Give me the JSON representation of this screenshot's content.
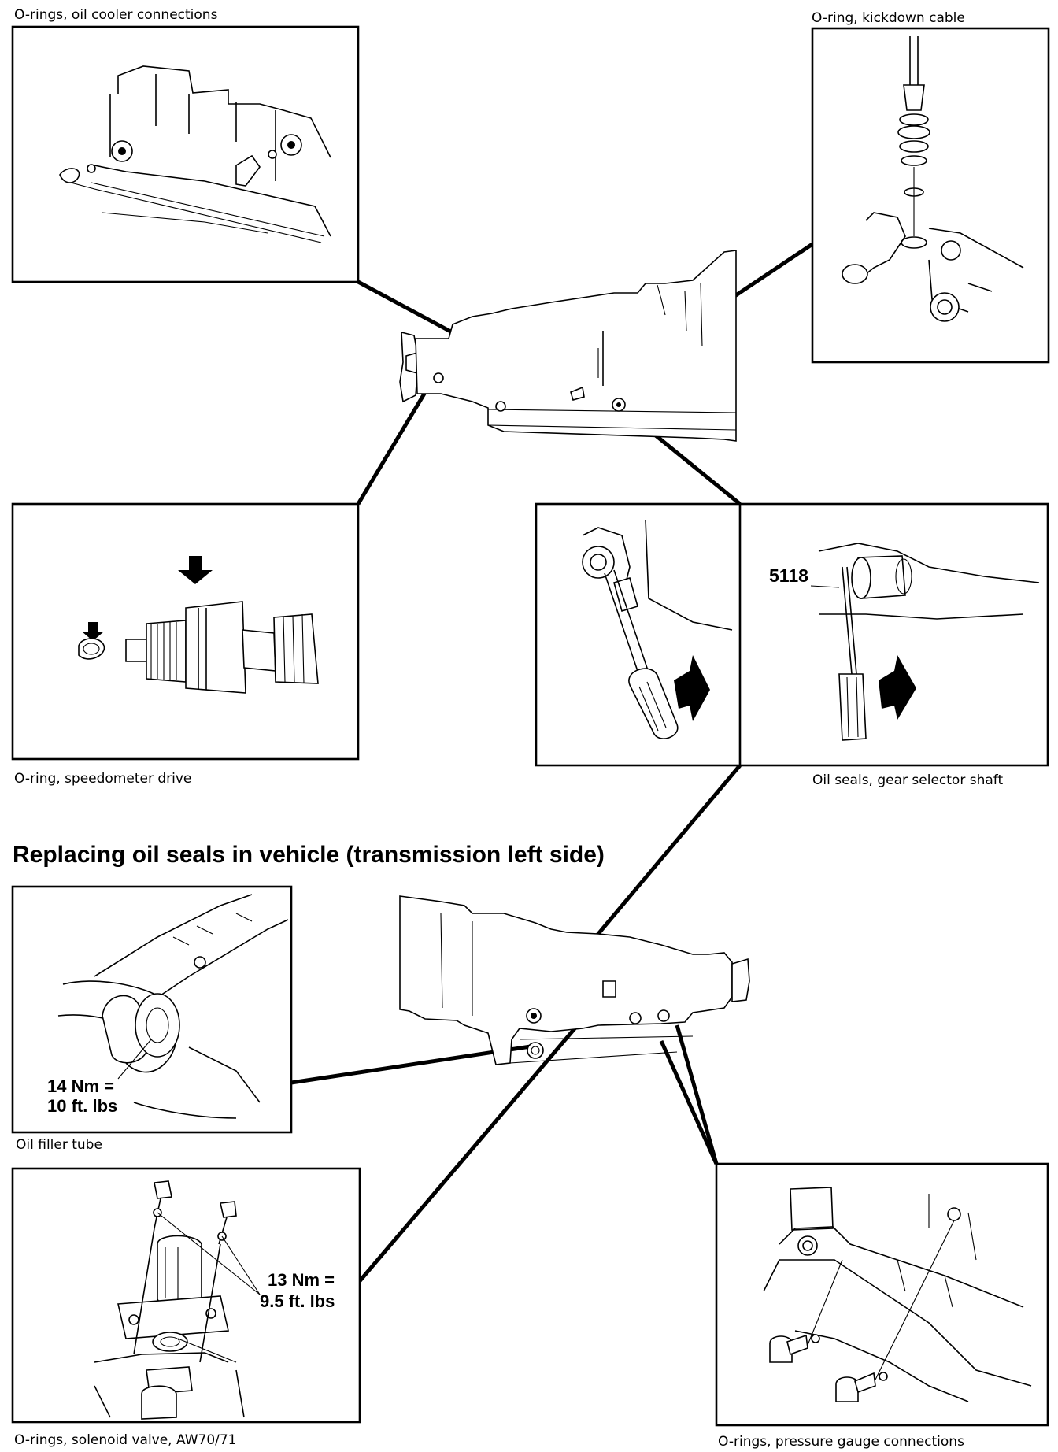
{
  "heading": "Replacing oil seals in vehicle (transmission left side)",
  "captions": {
    "oil_cooler": "O-rings, oil cooler connections",
    "kickdown": "O-ring, kickdown cable",
    "speedometer": "O-ring, speedometer drive",
    "gear_selector": "Oil seals, gear selector shaft",
    "filler_tube": "Oil filler tube",
    "solenoid": "O-rings, solenoid valve, AW70/71",
    "pressure_gauge": "O-rings, pressure gauge connections"
  },
  "callouts": {
    "tool_number": "5118",
    "filler_torque_nm": "14 Nm =",
    "filler_torque_ftlbs": "10 ft. lbs",
    "solenoid_torque_nm": "13 Nm =",
    "solenoid_torque_ftlbs": "9.5 ft. lbs"
  }
}
